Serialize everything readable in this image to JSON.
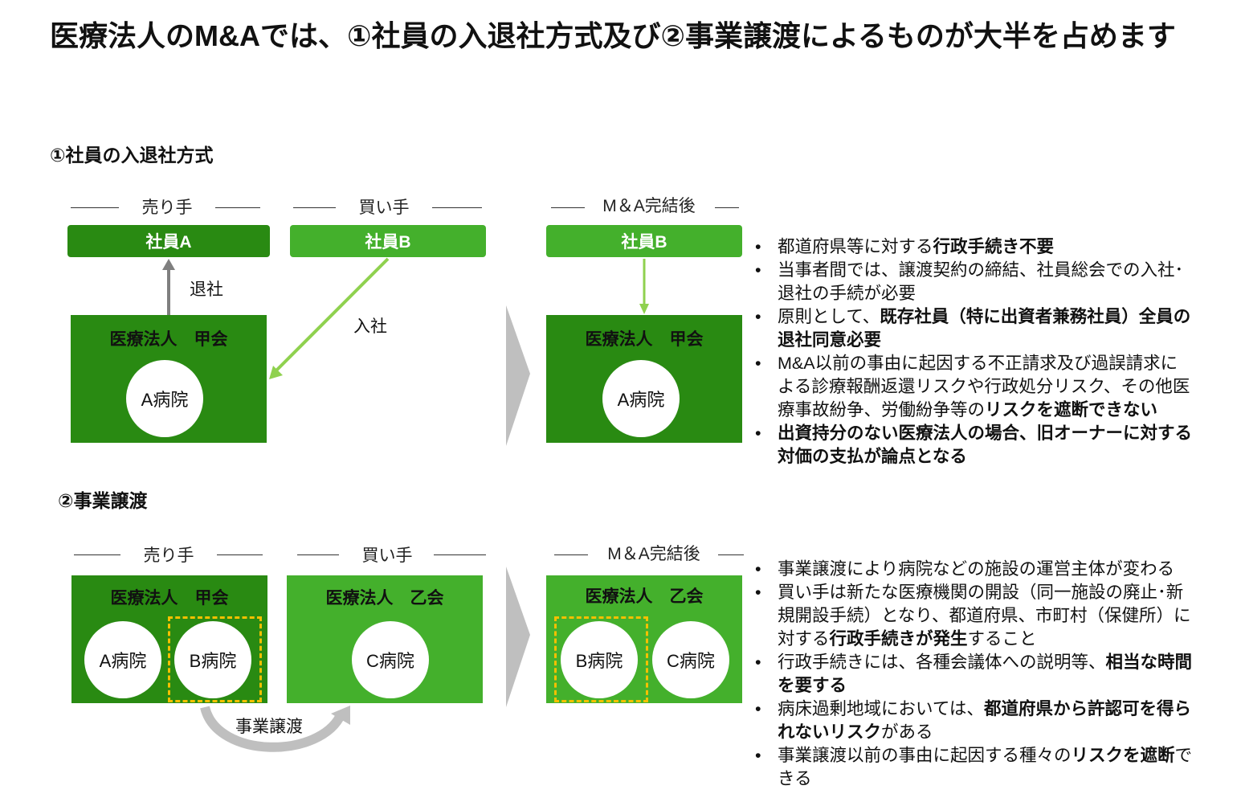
{
  "title": "医療法人のM&Aでは、①社員の入退社方式及び②事業譲渡によるものが大半を占めます",
  "section1": {
    "heading": "①社員の入退社方式",
    "seller": "売り手",
    "buyer": "買い手",
    "after": "M＆A完結後",
    "member_a": "社員A",
    "member_b": "社員B",
    "member_b_after": "社員B",
    "corp": "医療法人　甲会",
    "corp_after": "医療法人　甲会",
    "hospital": "A病院",
    "hospital_after": "A病院",
    "exit": "退社",
    "enter": "入社",
    "bullets": [
      [
        {
          "t": "都道府県等に対する",
          "b": false
        },
        {
          "t": "行政手続き不要",
          "b": true
        }
      ],
      [
        {
          "t": "当事者間では、譲渡契約の締結、社員総会での入社･退社の手続が必要",
          "b": false
        }
      ],
      [
        {
          "t": "原則として、",
          "b": false
        },
        {
          "t": "既存社員（特に出資者兼務社員）全員の退社同意必要",
          "b": true
        }
      ],
      [
        {
          "t": "M&A以前の事由に起因する不正請求及び過誤請求による診療報酬返還リスクや行政処分リスク、その他医療事故紛争、労働紛争等の",
          "b": false
        },
        {
          "t": "リスクを遮断できない",
          "b": true
        }
      ],
      [
        {
          "t": "出資持分のない医療法人の場合、旧オーナーに対する対価の支払が論点となる",
          "b": true
        }
      ]
    ]
  },
  "section2": {
    "heading": "②事業譲渡",
    "seller": "売り手",
    "buyer": "買い手",
    "after": "M＆A完結後",
    "seller_corp": "医療法人　甲会",
    "buyer_corp": "医療法人　乙会",
    "after_corp": "医療法人　乙会",
    "hosp_a": "A病院",
    "hosp_b": "B病院",
    "hosp_c": "C病院",
    "after_b": "B病院",
    "after_c": "C病院",
    "transfer": "事業譲渡",
    "bullets": [
      [
        {
          "t": "事業譲渡により病院などの施設の運営主体が変わる",
          "b": false
        }
      ],
      [
        {
          "t": "買い手は新たな医療機関の開設（同一施設の廃止･新規開設手続）となり、都道府県、市町村（保健所）に対する",
          "b": false
        },
        {
          "t": "行政手続きが発生",
          "b": true
        },
        {
          "t": "すること",
          "b": false
        }
      ],
      [
        {
          "t": "行政手続きには、各種会議体への説明等、",
          "b": false
        },
        {
          "t": "相当な時間を要する",
          "b": true
        }
      ],
      [
        {
          "t": "病床過剰地域においては、",
          "b": false
        },
        {
          "t": "都道府県から許認可を得られないリスク",
          "b": true
        },
        {
          "t": "がある",
          "b": false
        }
      ],
      [
        {
          "t": "事業譲渡以前の事由に起因する種々の",
          "b": false
        },
        {
          "t": "リスクを遮断",
          "b": true
        },
        {
          "t": "できる",
          "b": false
        }
      ]
    ]
  },
  "colors": {
    "dark_green": "#298a12",
    "light_green": "#44b02c",
    "arrow_green": "#8fd14f",
    "gray": "#bfbfbf",
    "dash": "#f5c000"
  }
}
